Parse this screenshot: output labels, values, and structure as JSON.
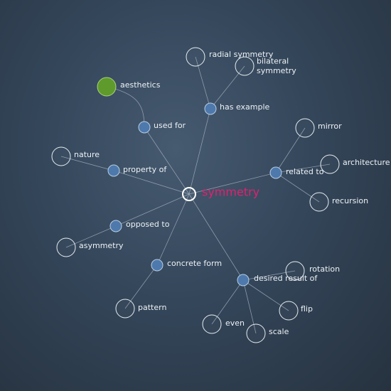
{
  "center": {
    "label": "symmetry",
    "color": "#e0216f"
  },
  "relations": [
    {
      "id": "has_example",
      "label": "has example"
    },
    {
      "id": "used_for",
      "label": "used for"
    },
    {
      "id": "property_of",
      "label": "property of"
    },
    {
      "id": "related_to",
      "label": "related to"
    },
    {
      "id": "opposed_to",
      "label": "opposed to"
    },
    {
      "id": "concrete_form",
      "label": "concrete form"
    },
    {
      "id": "desired_result_of",
      "label": "desired result of"
    }
  ],
  "concepts": [
    {
      "id": "radial_symmetry",
      "label": "radial symmetry",
      "relation": "has_example"
    },
    {
      "id": "bilateral_symmetry",
      "label": "bilateral symmetry",
      "relation": "has_example"
    },
    {
      "id": "aesthetics",
      "label": "aesthetics",
      "relation": "used_for",
      "highlighted": true
    },
    {
      "id": "nature",
      "label": "nature",
      "relation": "property_of"
    },
    {
      "id": "mirror",
      "label": "mirror",
      "relation": "related_to"
    },
    {
      "id": "architecture",
      "label": "architecture",
      "relation": "related_to"
    },
    {
      "id": "recursion",
      "label": "recursion",
      "relation": "related_to"
    },
    {
      "id": "asymmetry",
      "label": "asymmetry",
      "relation": "opposed_to"
    },
    {
      "id": "pattern",
      "label": "pattern",
      "relation": "concrete_form"
    },
    {
      "id": "rotation",
      "label": "rotation",
      "relation": "desired_result_of"
    },
    {
      "id": "flip",
      "label": "flip",
      "relation": "desired_result_of"
    },
    {
      "id": "scale",
      "label": "scale",
      "relation": "desired_result_of"
    },
    {
      "id": "even",
      "label": "even",
      "relation": "desired_result_of"
    }
  ],
  "colors": {
    "relation_node": "#4e79ad",
    "highlight_node": "#5f9a2c",
    "edge": "#a9b6c4",
    "leaf_stroke": "#e8edf2"
  }
}
